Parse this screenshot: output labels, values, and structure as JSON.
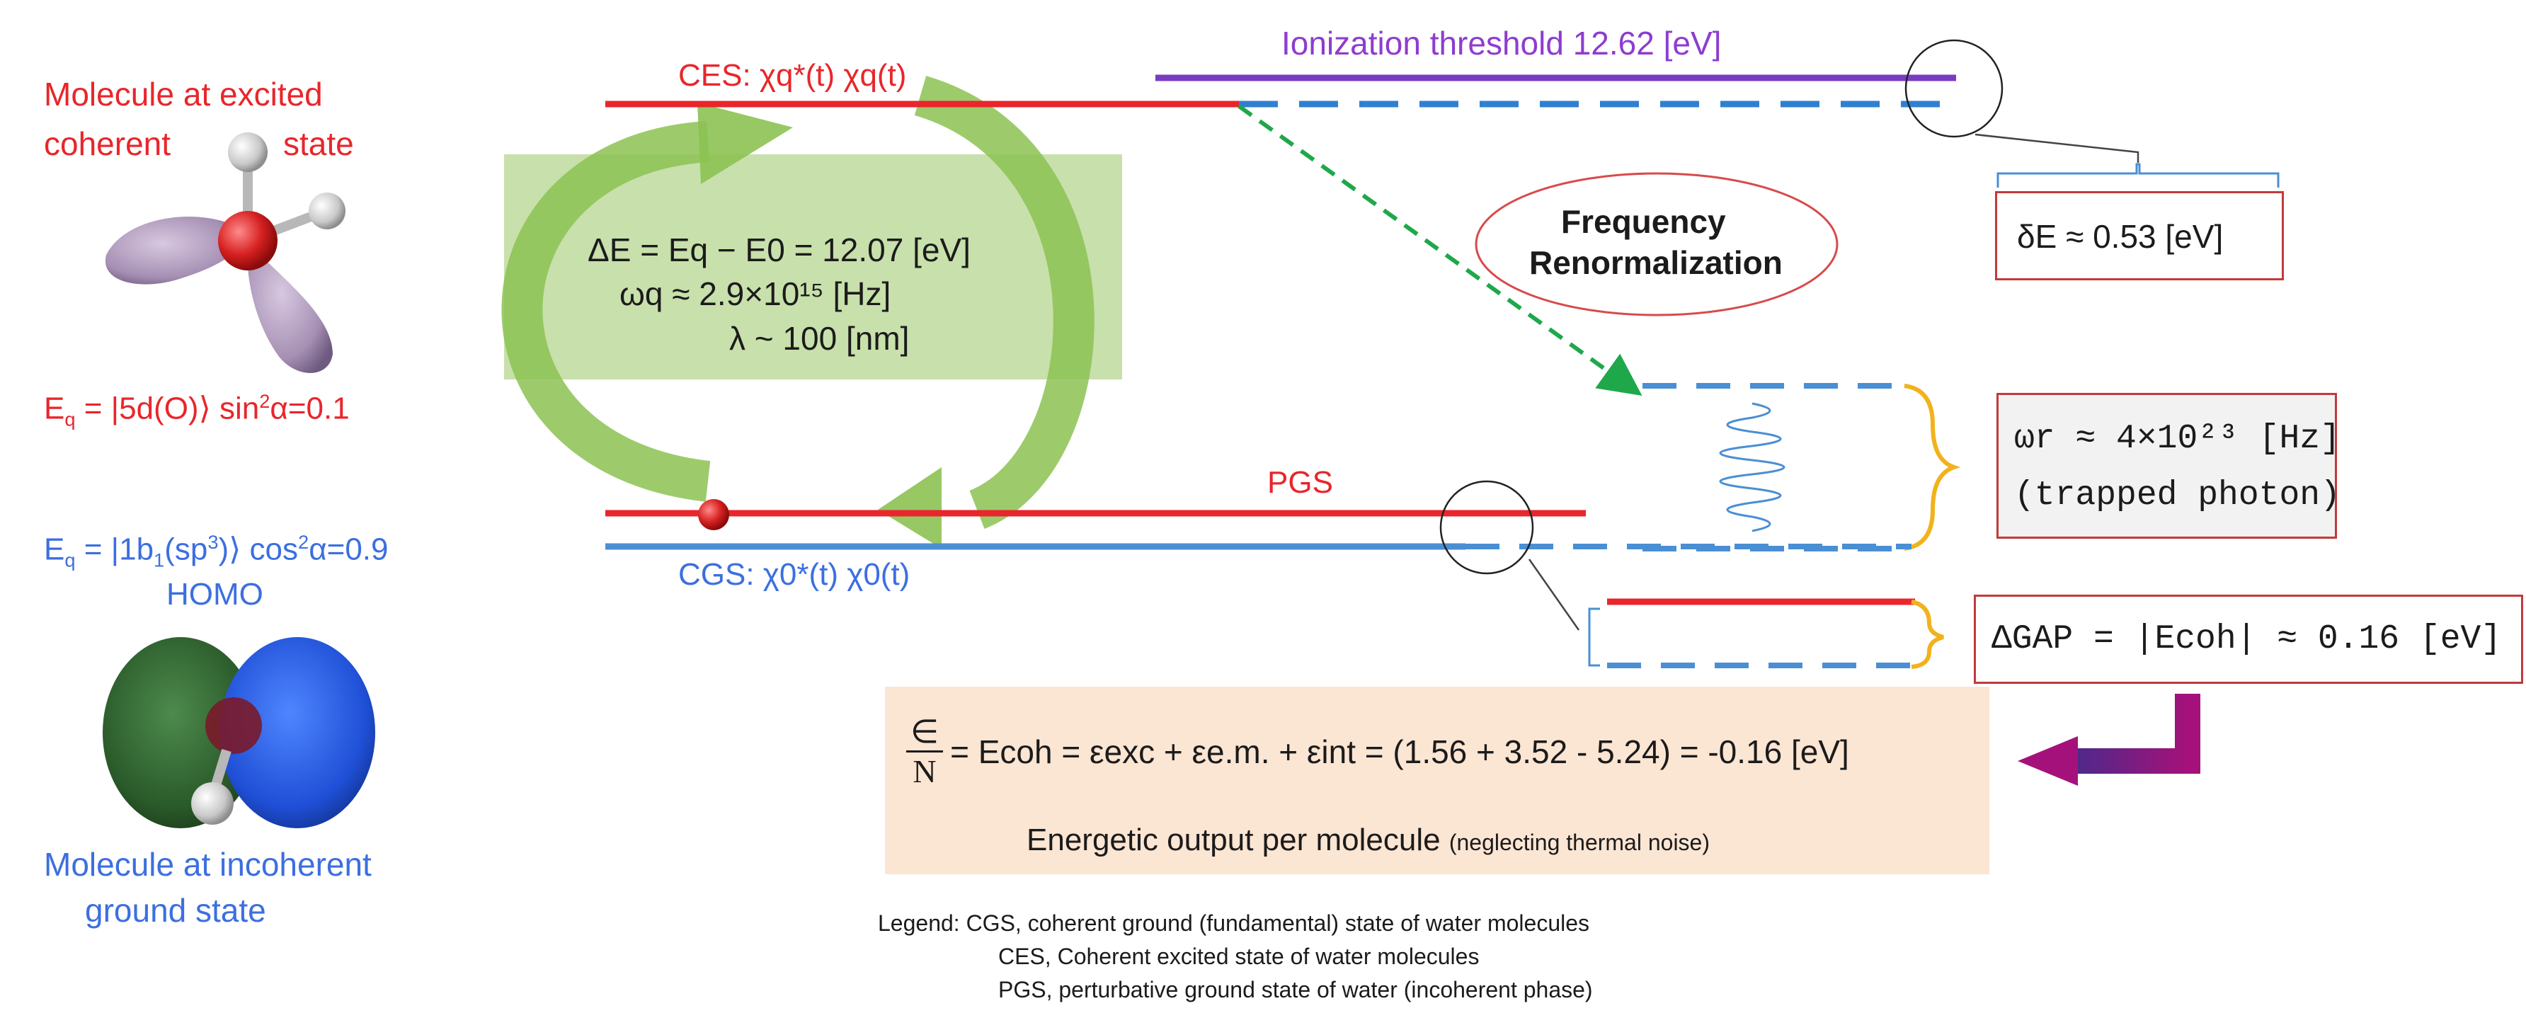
{
  "left_panel": {
    "excited_title_line1": "Molecule at excited",
    "excited_title_line2a": "coherent",
    "excited_title_line2b": "state",
    "eq_excited_prefix": "E",
    "eq_excited_sub": "q",
    "eq_excited_rest": " = |5d(O)⟩ sin",
    "eq_excited_sup": "2",
    "eq_excited_tail": "α=0.1",
    "eq_ground_prefix": "E",
    "eq_ground_sub": "q",
    "eq_ground_mid": " = |1b",
    "eq_ground_sub2": "1",
    "eq_ground_rest": "(sp",
    "eq_ground_sup": "3",
    "eq_ground_tail": ")⟩ cos",
    "eq_ground_sup2": "2",
    "eq_ground_tail2": "α=0.9",
    "homo": "HOMO",
    "ground_title_line1": "Molecule at incoherent",
    "ground_title_line2": "ground state"
  },
  "levels": {
    "ces_label": "CES: χq*(t) χq(t)",
    "pgs_label": "PGS",
    "cgs_label": "CGS: χ0*(t) χ0(t)",
    "ionization_label": "Ionization threshold 12.62 [eV]"
  },
  "energy_box": {
    "line1": "ΔE = Eq − E0 = 12.07 [eV]",
    "line2": "ωq ≈ 2.9×10¹⁵ [Hz]",
    "line3": "λ ~ 100 [nm]"
  },
  "renormalization": {
    "line1": "Frequency",
    "line2": "Renormalization"
  },
  "delta_e_box": "δE ≈ 0.53 [eV]",
  "omega_box": {
    "line1": "ωr ≈ 4×10²³ [Hz]",
    "line2": "(trapped photon)"
  },
  "gap_box": "ΔGAP = |Ecoh| ≈ 0.16 [eV]",
  "formula": {
    "frac_num": "∈",
    "frac_den": "N",
    "rhs": "= Ecoh = εexc + εe.m. + εint = (1.56 + 3.52 - 5.24) = -0.16 [eV]",
    "caption_main": "Energetic output per molecule",
    "caption_small": "(neglecting thermal noise)"
  },
  "legend": {
    "line1": "Legend: CGS, coherent ground (fundamental) state of water molecules",
    "line2": "CES, Coherent excited state of water molecules",
    "line3": "PGS, perturbative ground state of water (incoherent phase)"
  },
  "colors": {
    "red_level": "#e8262b",
    "blue_level": "#4a8fd4",
    "purple_level": "#7a3cc0",
    "green_arrow": "#8cc252",
    "box_border": "#c23a3a",
    "formula_bg": "#fbe5d3",
    "bracket_yellow": "#f2b21d"
  }
}
